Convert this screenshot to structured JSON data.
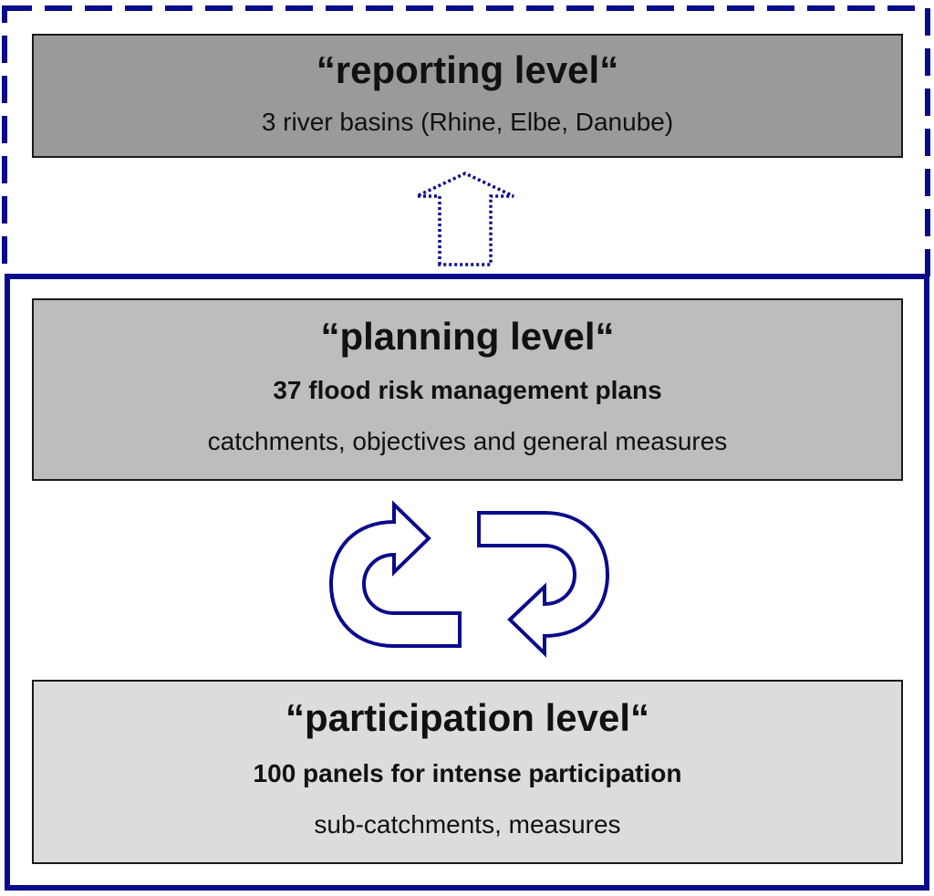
{
  "colors": {
    "frame_blue": "#0a0a8c",
    "reporting_fill": "#9a9a9a",
    "planning_fill": "#bdbdbd",
    "participation_fill": "#dcdcdc",
    "border": "#1a1a1a"
  },
  "reporting": {
    "title": "“reporting level“",
    "subtitle": "3 river basins (Rhine, Elbe, Danube)"
  },
  "planning": {
    "title": "“planning level“",
    "bold_line": "37 flood risk management plans",
    "subtitle": "catchments, objectives and general measures"
  },
  "participation": {
    "title": "“participation level“",
    "bold_line": "100 panels for intense participation",
    "subtitle": "sub-catchments, measures"
  },
  "icons": {
    "upward": "dotted-up-arrow-icon",
    "cycle": "cycle-arrows-icon"
  }
}
